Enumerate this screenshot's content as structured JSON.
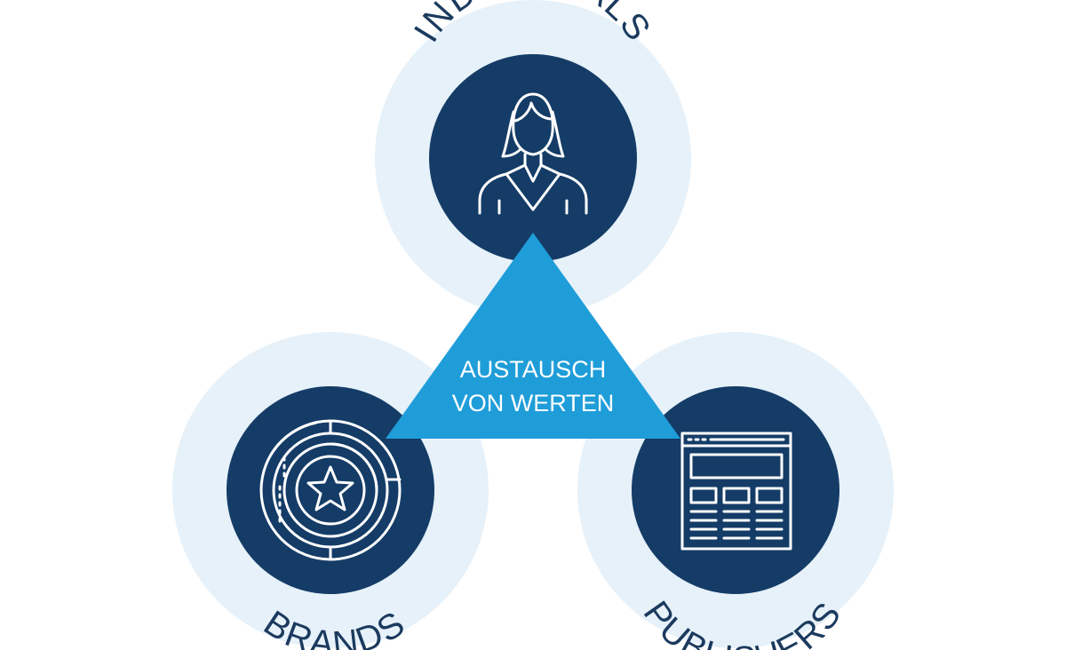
{
  "diagram": {
    "nodes": {
      "individuals": {
        "label": "INDIVIDUALS",
        "icon": "woman-avatar-icon"
      },
      "brands": {
        "label": "BRANDS",
        "icon": "star-badge-icon"
      },
      "publishers": {
        "label": "PUBLISHERS",
        "icon": "web-page-layout-icon"
      }
    },
    "center": {
      "line1": "AUSTAUSCH",
      "line2": "VON WERTEN"
    }
  },
  "colors": {
    "outer_ring": "#e6f1f9",
    "node_fill": "#143c67",
    "triangle": "#1f9dd9",
    "label_text": "#1b3a5e",
    "center_text": "#ffffff",
    "icon_stroke": "#ffffff"
  }
}
